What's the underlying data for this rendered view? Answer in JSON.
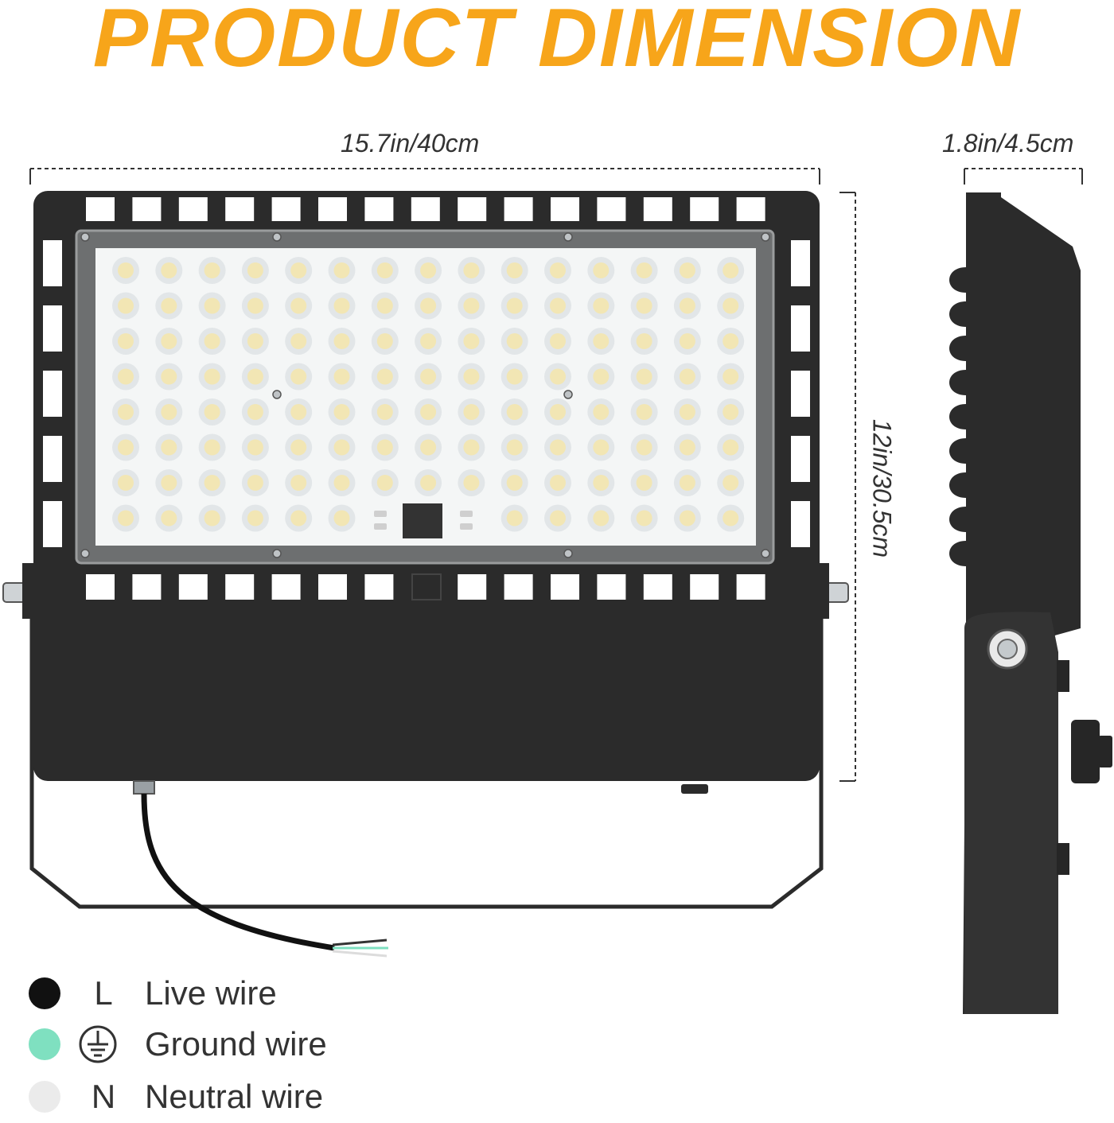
{
  "title": "PRODUCT DIMENSION",
  "dimensions": {
    "width": "15.7in/40cm",
    "height": "12in/30.5cm",
    "depth": "1.8in/4.5cm"
  },
  "legend": [
    {
      "symbol": "L",
      "label": "Live wire",
      "color": "#111111",
      "icon": "live-dot"
    },
    {
      "symbol": "",
      "label": "Ground wire",
      "color": "#7fe0c0",
      "icon": "ground-symbol-icon"
    },
    {
      "symbol": "N",
      "label": "Neutral wire",
      "color": "#ebebeb",
      "icon": "neutral-dot"
    }
  ],
  "colors": {
    "accent": "#f7a51a",
    "housing": "#2b2b2b",
    "lens": "#f4f6f6",
    "led": "#f2e6b4"
  }
}
